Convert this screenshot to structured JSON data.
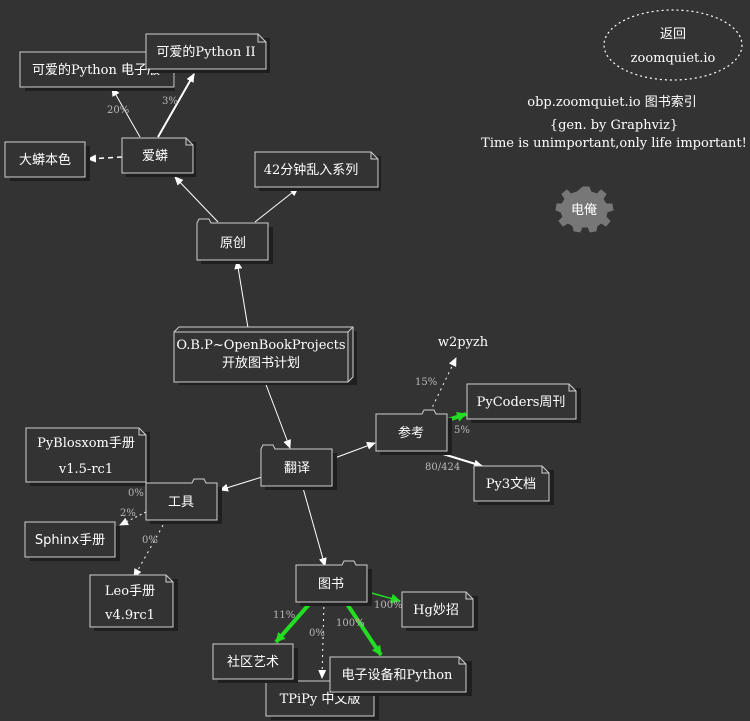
{
  "colors": {
    "background": "#333333",
    "stroke": "#cfcfcf",
    "text": "#ffffff",
    "edge_label": "#b8b8b8",
    "highlight_edge": "#22dd22",
    "gear_fill": "#777777"
  },
  "header": {
    "back_line1": "返回",
    "back_line2": "zoomquiet.io",
    "index_title": "obp.zoomquiet.io 图书索引",
    "gen_by": "{gen. by Graphviz}",
    "motto": "Time is unimportant,only life important!",
    "gear_label": "电俺"
  },
  "nodes": {
    "obp": {
      "line1": "O.B.P~OpenBookProjects",
      "line2": "开放图书计划"
    },
    "yuanchuang": "原创",
    "aimang": "爱蟒",
    "kead_python_ebook": "可爱的Python 电子版",
    "kead_python_2": "可爱的Python II",
    "damang": "大蟒本色",
    "min42": "42分钟乱入系列",
    "fanyi": "翻译",
    "cankao": "参考",
    "w2pyzh": "w2pyzh",
    "pycoders": "PyCoders周刊",
    "py3doc": "Py3文档",
    "gongju": "工具",
    "pyblosxom": {
      "line1": "PyBlosxom手册",
      "line2": "v1.5-rc1"
    },
    "sphinx": "Sphinx手册",
    "leo": {
      "line1": "Leo手册",
      "line2": "v4.9rc1"
    },
    "tushu": "图书",
    "hg": "Hg妙招",
    "shequ": "社区艺术",
    "tipy": "TPiPy 中文版",
    "dianzi": "电子设备和Python"
  },
  "edge_labels": {
    "aimang_ebook": "20%",
    "aimang_py2": "3%",
    "cankao_w2pyzh": "15%",
    "cankao_pycoders": "5%",
    "cankao_py3": "80/424",
    "gongju_pyblosxom": "0%",
    "gongju_sphinx": "2%",
    "gongju_leo": "0%",
    "tushu_hg": "100%",
    "tushu_shequ": "11%",
    "tushu_tipy": "0%",
    "tushu_dianzi": "100%"
  }
}
